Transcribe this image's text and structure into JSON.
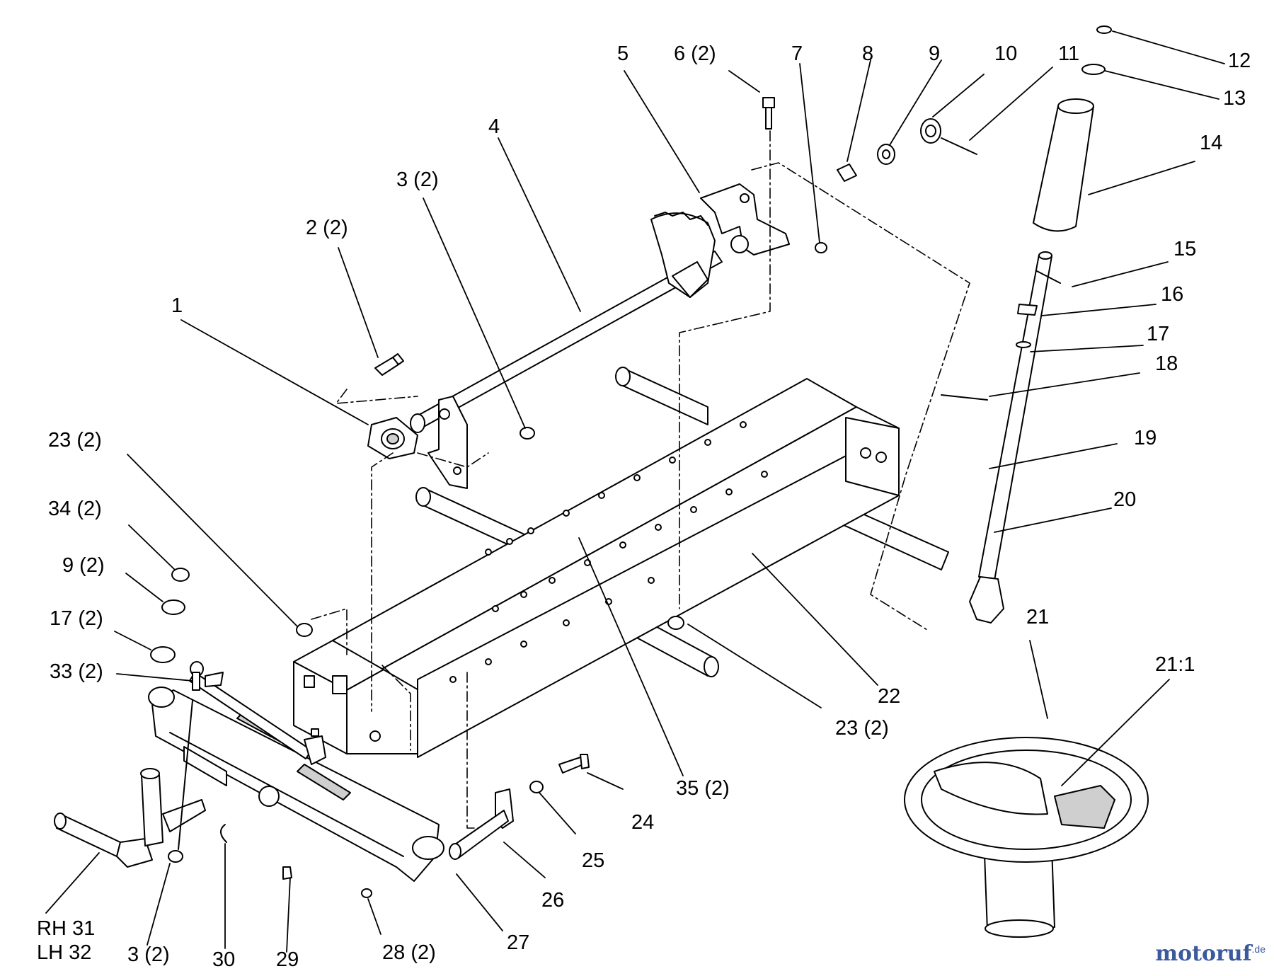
{
  "colors": {
    "line": "#000000",
    "part_fill": "#ffffff",
    "shade": "#cfcfcf",
    "watermark": "#3b5a9e"
  },
  "labels": {
    "l1": "1",
    "l2": "2 (2)",
    "l3": "3 (2)",
    "l4": "4",
    "l5": "5",
    "l6": "6 (2)",
    "l7": "7",
    "l8": "8",
    "l9": "9",
    "l10": "10",
    "l11": "11",
    "l12": "12",
    "l13": "13",
    "l14": "14",
    "l15": "15",
    "l16": "16",
    "l17": "17",
    "l18": "18",
    "l19": "19",
    "l20": "20",
    "l21": "21",
    "l21_1": "21:1",
    "l22": "22",
    "l23a": "23 (2)",
    "l23b": "23 (2)",
    "l24": "24",
    "l25": "25",
    "l26": "26",
    "l27": "27",
    "l28": "28 (2)",
    "l29": "29",
    "l30": "30",
    "l3b": "3 (2)",
    "l31": "RH 31",
    "l32": "LH 32",
    "l33": "33 (2)",
    "l17b": "17 (2)",
    "l9b": "9 (2)",
    "l34": "34 (2)",
    "l35": "35 (2)"
  },
  "watermark": {
    "brand": "motoruf",
    "tld": ".de"
  }
}
